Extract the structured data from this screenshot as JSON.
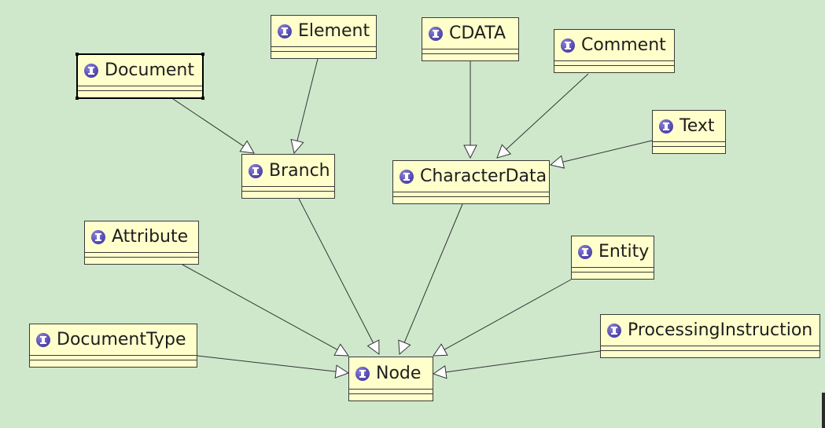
{
  "diagram": {
    "background": "#cfe8cc",
    "node_fill": "#ffffcc",
    "icon_name": "interface-icon",
    "nodes": [
      {
        "id": "document",
        "label": "Document"
      },
      {
        "id": "element",
        "label": "Element"
      },
      {
        "id": "cdata",
        "label": "CDATA"
      },
      {
        "id": "comment",
        "label": "Comment"
      },
      {
        "id": "text",
        "label": "Text"
      },
      {
        "id": "branch",
        "label": "Branch"
      },
      {
        "id": "characterdata",
        "label": "CharacterData"
      },
      {
        "id": "attribute",
        "label": "Attribute"
      },
      {
        "id": "entity",
        "label": "Entity"
      },
      {
        "id": "documenttype",
        "label": "DocumentType"
      },
      {
        "id": "processinginstruction",
        "label": "ProcessingInstruction"
      },
      {
        "id": "node",
        "label": "Node"
      }
    ],
    "edges": [
      {
        "from": "document",
        "to": "branch"
      },
      {
        "from": "element",
        "to": "branch"
      },
      {
        "from": "cdata",
        "to": "characterdata"
      },
      {
        "from": "comment",
        "to": "characterdata"
      },
      {
        "from": "text",
        "to": "characterdata"
      },
      {
        "from": "branch",
        "to": "node"
      },
      {
        "from": "characterdata",
        "to": "node"
      },
      {
        "from": "attribute",
        "to": "node"
      },
      {
        "from": "entity",
        "to": "node"
      },
      {
        "from": "documenttype",
        "to": "node"
      },
      {
        "from": "processinginstruction",
        "to": "node"
      }
    ]
  }
}
